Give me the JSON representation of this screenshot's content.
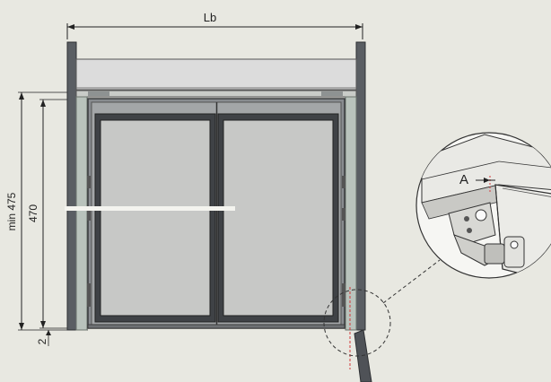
{
  "dimensions": {
    "width_label": "Lb",
    "min_height_label": "min 475",
    "height_label": "470",
    "gap_label": "2"
  },
  "detail": {
    "clearance_label": "A"
  },
  "colors": {
    "background": "#e8e8e1",
    "cabinet_side": "#5a5e63",
    "glass_panel": "#b9c3bc",
    "door_frame": "#4f5257",
    "door_glass": "#c7c8c6",
    "top_panel": "#dcdcdc",
    "hinge_red": "#d23a3a"
  }
}
